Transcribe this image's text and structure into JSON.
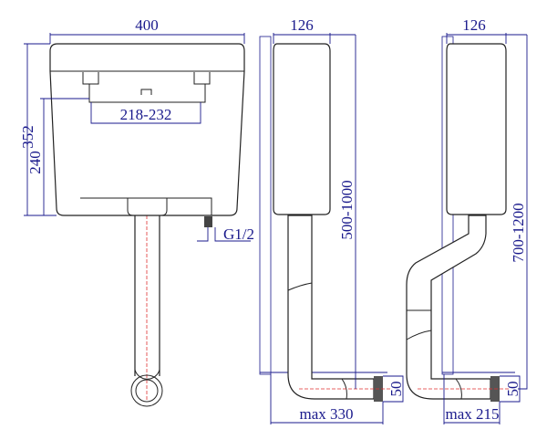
{
  "front_view": {
    "width_label": "400",
    "height_label": "352",
    "mount_height_label": "240",
    "bracket_spacing_label": "218-232",
    "inlet_label": "G1/2"
  },
  "side_view_straight": {
    "depth_label": "126",
    "install_height_label": "500-1000",
    "outlet_diameter_label": "50",
    "projection_label": "max 330"
  },
  "side_view_offset": {
    "depth_label": "126",
    "install_height_label": "700-1200",
    "outlet_diameter_label": "50",
    "projection_label": "max 215"
  },
  "colors": {
    "dimension": "#1a1a8c",
    "centerline": "#e03030",
    "outline": "#222222"
  }
}
